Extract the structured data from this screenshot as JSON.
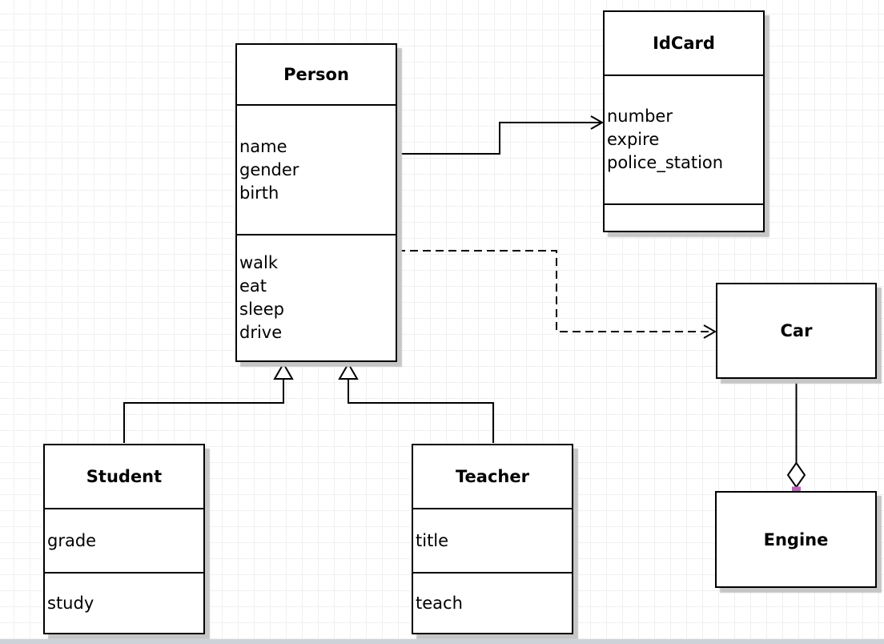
{
  "diagram": {
    "classes": {
      "person": {
        "title": "Person",
        "attributes": [
          "name",
          "gender",
          "birth"
        ],
        "methods": [
          "walk",
          "eat",
          "sleep",
          "drive"
        ]
      },
      "idcard": {
        "title": "IdCard",
        "attributes": [
          "number",
          "expire",
          "police_station"
        ],
        "methods": []
      },
      "car": {
        "title": "Car"
      },
      "engine": {
        "title": "Engine"
      },
      "student": {
        "title": "Student",
        "attributes": [
          "grade"
        ],
        "methods": [
          "study"
        ]
      },
      "teacher": {
        "title": "Teacher",
        "attributes": [
          "title"
        ],
        "methods": [
          "teach"
        ]
      }
    },
    "relationships": [
      {
        "from": "Person",
        "to": "IdCard",
        "type": "association",
        "line": "solid",
        "end": "open-arrow"
      },
      {
        "from": "Person",
        "to": "Car",
        "type": "dependency",
        "line": "dashed",
        "end": "open-arrow"
      },
      {
        "from": "Student",
        "to": "Person",
        "type": "generalization",
        "line": "solid",
        "end": "hollow-triangle"
      },
      {
        "from": "Teacher",
        "to": "Person",
        "type": "generalization",
        "line": "solid",
        "end": "hollow-triangle"
      },
      {
        "from": "Car",
        "to": "Engine",
        "type": "aggregation",
        "line": "solid",
        "end": "hollow-diamond"
      }
    ],
    "colors": {
      "stroke": "#000000",
      "fill": "#ffffff",
      "shadow": "#c6c6c6",
      "grid_line": "#f0f0f0",
      "connection_point": "#b566b5",
      "canvas_edge": "#ccd2d8"
    }
  }
}
